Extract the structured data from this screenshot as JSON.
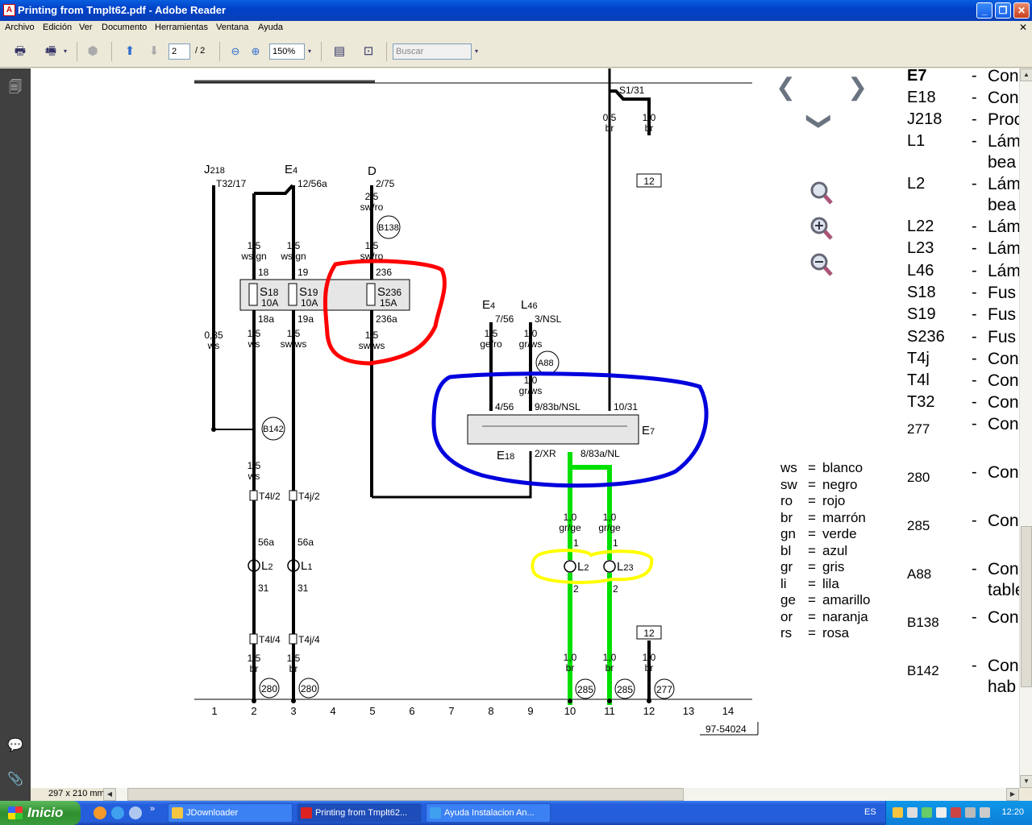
{
  "window": {
    "title": "Printing from Tmplt62.pdf - Adobe Reader",
    "app_icon": "adobe-reader-icon"
  },
  "menu": {
    "items": [
      "Archivo",
      "Edición",
      "Ver",
      "Documento",
      "Herramientas",
      "Ventana",
      "Ayuda"
    ]
  },
  "toolbar": {
    "page_current": "2",
    "page_total": "/ 2",
    "zoom": "150%",
    "search_placeholder": "Buscar"
  },
  "status": {
    "page_size": "297 x 210 mm"
  },
  "diagram": {
    "components_top": [
      {
        "main": "J",
        "sub": "218"
      },
      {
        "main": "E",
        "sub": "4"
      },
      {
        "main": "D",
        "sub": ""
      },
      {
        "main": "E",
        "sub": "4"
      },
      {
        "main": "L",
        "sub": "46"
      }
    ],
    "terminals": [
      "T32/17",
      "12/56a",
      "2/75",
      "S1/31",
      "7/56",
      "3/NSL",
      "4/56",
      "9/83b/NSL",
      "10/31",
      "2/XR",
      "8/83a/NL",
      "18",
      "19",
      "236",
      "18a",
      "19a",
      "236a",
      "56a",
      "56a",
      "31",
      "31"
    ],
    "wires": [
      {
        "size": "2,5",
        "color": "sw/ro"
      },
      {
        "size": "1,5",
        "color": "ws/gn"
      },
      {
        "size": "1,5",
        "color": "ws/gn"
      },
      {
        "size": "1,5",
        "color": "sw/ro"
      },
      {
        "size": "0,35",
        "color": "ws"
      },
      {
        "size": "1,5",
        "color": "ws"
      },
      {
        "size": "1,5",
        "color": "sw/ws"
      },
      {
        "size": "1,5",
        "color": "sw/ws"
      },
      {
        "size": "1,5",
        "color": "ge/ro"
      },
      {
        "size": "1,0",
        "color": "gr/ws"
      },
      {
        "size": "1,0",
        "color": "gr/ws"
      },
      {
        "size": "0,5",
        "color": "br"
      },
      {
        "size": "1,0",
        "color": "br"
      },
      {
        "size": "1,5",
        "color": "ws"
      },
      {
        "size": "1,0",
        "color": "gr/ge"
      },
      {
        "size": "1,0",
        "color": "gr/ge"
      },
      {
        "size": "1,5",
        "color": "br"
      },
      {
        "size": "1,5",
        "color": "br"
      },
      {
        "size": "1,0",
        "color": "br"
      },
      {
        "size": "1,0",
        "color": "br"
      },
      {
        "size": "1,0",
        "color": "br"
      }
    ],
    "fuses": [
      {
        "name": "S",
        "sub": "18",
        "rating": "10A"
      },
      {
        "name": "S",
        "sub": "19",
        "rating": "10A"
      },
      {
        "name": "S",
        "sub": "236",
        "rating": "15A"
      }
    ],
    "switch_label": "E",
    "switch_sub": "7",
    "switch2_label": "E",
    "switch2_sub": "18",
    "connectors": [
      "B138",
      "B142",
      "A88",
      "T4l/2",
      "T4j/2",
      "T4l/4",
      "T4j/4"
    ],
    "lamps": [
      {
        "name": "L",
        "sub": "2"
      },
      {
        "name": "L",
        "sub": "1"
      },
      {
        "name": "L",
        "sub": "2"
      },
      {
        "name": "L",
        "sub": "23"
      }
    ],
    "ground_refs": [
      "280",
      "280",
      "285",
      "285",
      "277"
    ],
    "boxes": [
      "12",
      "12"
    ],
    "columns": [
      "1",
      "2",
      "3",
      "4",
      "5",
      "6",
      "7",
      "8",
      "9",
      "10",
      "11",
      "12",
      "13",
      "14"
    ],
    "code": "97-54024",
    "pin_labels": [
      "1",
      "2",
      "1",
      "2"
    ]
  },
  "legend": [
    {
      "k": "ws",
      "v": "blanco"
    },
    {
      "k": "sw",
      "v": "negro"
    },
    {
      "k": "ro",
      "v": "rojo"
    },
    {
      "k": "br",
      "v": "marrón"
    },
    {
      "k": "gn",
      "v": "verde"
    },
    {
      "k": "bl",
      "v": "azul"
    },
    {
      "k": "gr",
      "v": "gris"
    },
    {
      "k": "li",
      "v": "lila"
    },
    {
      "k": "ge",
      "v": "amarillo"
    },
    {
      "k": "or",
      "v": "naranja"
    },
    {
      "k": "rs",
      "v": "rosa"
    }
  ],
  "components": [
    {
      "code": "E7",
      "desc": "Con",
      "desc2": ""
    },
    {
      "code": "E18",
      "desc": "Con",
      "desc2": ""
    },
    {
      "code": "J218",
      "desc": "Proc",
      "desc2": ""
    },
    {
      "code": "L1",
      "desc": "Lám",
      "desc2": "bea"
    },
    {
      "code": "L2",
      "desc": "Lám",
      "desc2": "bea"
    },
    {
      "code": "L22",
      "desc": "Lám",
      "desc2": ""
    },
    {
      "code": "L23",
      "desc": "Lám",
      "desc2": ""
    },
    {
      "code": "L46",
      "desc": "Lám",
      "desc2": ""
    },
    {
      "code": "S18",
      "desc": "Fus",
      "desc2": ""
    },
    {
      "code": "S19",
      "desc": "Fus",
      "desc2": ""
    },
    {
      "code": "S236",
      "desc": "Fus",
      "desc2": ""
    },
    {
      "code": "T4j",
      "desc": "Con",
      "desc2": ""
    },
    {
      "code": "T4l",
      "desc": "Con",
      "desc2": ""
    },
    {
      "code": "T32",
      "desc": "Con",
      "desc2": ""
    },
    {
      "code": "277",
      "desc": "Con",
      "desc2": ""
    },
    {
      "code": "280",
      "desc": "Con",
      "desc2": ""
    },
    {
      "code": "285",
      "desc": "Con",
      "desc2": ""
    },
    {
      "code": "A88",
      "desc": "Con",
      "desc2": "table"
    },
    {
      "code": "B138",
      "desc": "Con",
      "desc2": ""
    },
    {
      "code": "B142",
      "desc": "Con",
      "desc2": "hab"
    }
  ],
  "taskbar": {
    "start": "Inicio",
    "tasks": [
      {
        "label": "JDownloader"
      },
      {
        "label": "Printing from Tmplt62..."
      },
      {
        "label": "Ayuda Instalacion An..."
      }
    ],
    "lang": "ES",
    "clock": "12:20"
  },
  "colors": {
    "annotation_red": "#ff0000",
    "annotation_blue": "#0000dd",
    "annotation_green": "#00e000",
    "annotation_yellow": "#ffff00"
  }
}
